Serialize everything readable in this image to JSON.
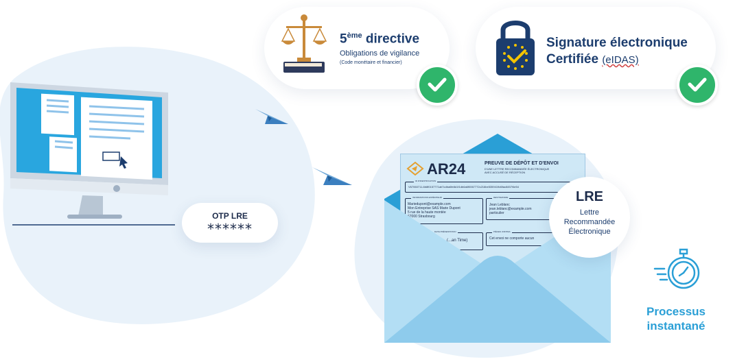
{
  "directive": {
    "title_sup": "ème",
    "title_num": "5",
    "title_rest": " directive",
    "line1": "Obligations de vigilance",
    "line2": "(Code monétaire et financier)"
  },
  "signature": {
    "line1": "Signature électronique",
    "line2": "Certifiée",
    "line2_paren": "(eIDAS)"
  },
  "otp": {
    "label": "OTP LRE",
    "code": "******"
  },
  "lre": {
    "title": "LRE",
    "line1": "Lettre",
    "line2": "Recommandée",
    "line3": "Électronique"
  },
  "process": {
    "line1": "Processus",
    "line2": "instantané"
  },
  "letter": {
    "brand": "AR24",
    "header1": "PREUVE DE DÉPÔT ET D'ENVOI",
    "header2": "D'UNE LETTRE RECOMMANDÉE ÉLECTRONIQUE",
    "header3": "AVEC ACCUSÉ DE RÉCEPTION",
    "id_label": "ID D'IDENTIFICATION",
    "id_value": "V67060711-6b8f0157771ab7cdba6fe8d1f1db6a6f0067772c216be5359419d6fac8457f4e54",
    "sender_label": "INFORMATIONS EXPÉDITEUR",
    "sender_lines": [
      "Mariedupont@example.com",
      "Mon Entreprise SAS Marie Dupont",
      "5 rue de la haute montée",
      "67000 Strasbourg"
    ],
    "recipient_label": "DESTINATAIRE",
    "recipient_lines": [
      "Jean Leblanc",
      "jean.leblanc@example.com",
      "particulier"
    ],
    "presentation_label": "DATE PRÉSENTATION",
    "presentation_value": "(...an Time)",
    "attachments_label": "PIÈCES JOINTES",
    "attachments_value": "Cet envoi ne comporte aucun"
  },
  "colors": {
    "brand_blue": "#1c3d6e",
    "accent_blue": "#2a9fd6",
    "check_green": "#2fb56b",
    "blob": "#e9f2fa"
  }
}
